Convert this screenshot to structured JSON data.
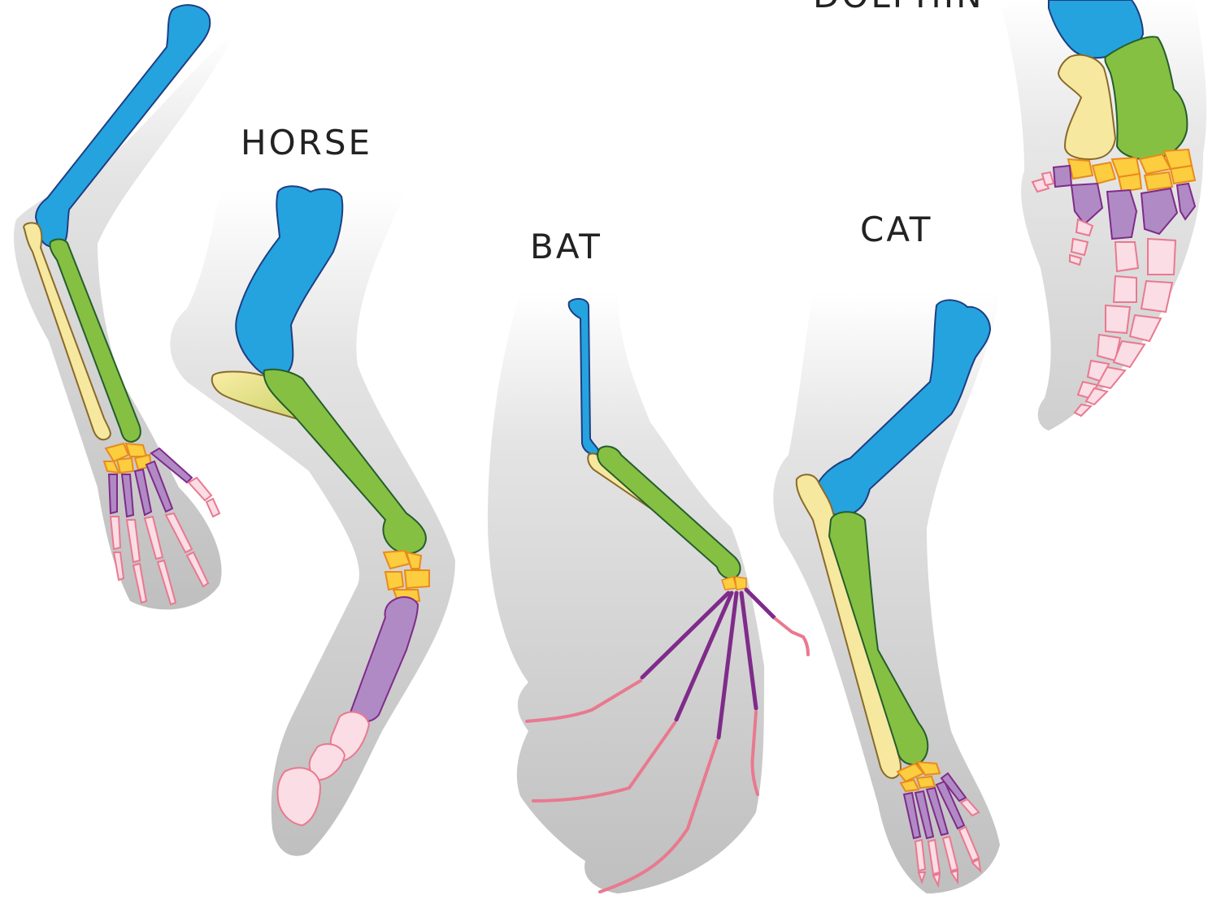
{
  "labels": {
    "dolphin": "DOLPHIN",
    "horse": "HORSE",
    "bat": "BAT",
    "cat": "CAT"
  },
  "colors": {
    "humerus": "#25a3df",
    "ulna": "#f7e8a0",
    "radius": "#86c043",
    "carpals": "#fbcd3f",
    "metacarpals": "#b08ac4",
    "phalanges": "#fbdde6",
    "shadow": "#d4d4d4"
  }
}
